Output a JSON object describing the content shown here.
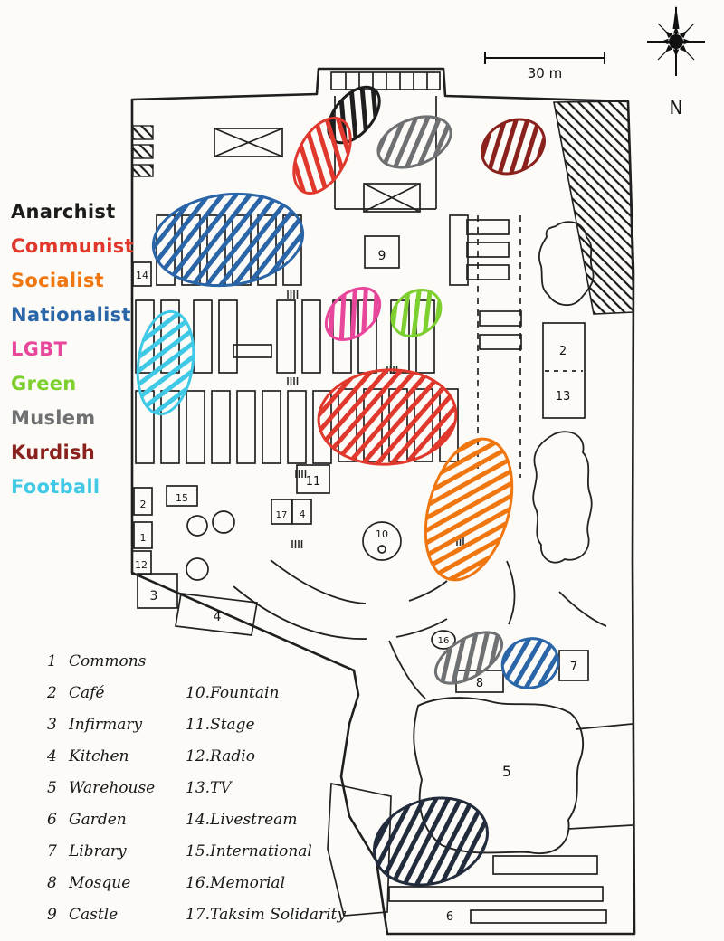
{
  "compass": {
    "label": "N"
  },
  "scale_bar": {
    "label": "30 m"
  },
  "legend": {
    "groups": [
      {
        "name": "Anarchist",
        "color": "#1c1c1c"
      },
      {
        "name": "Communist",
        "color": "#e0382c"
      },
      {
        "name": "Socialist",
        "color": "#f0760f"
      },
      {
        "name": "Nationalist",
        "color": "#2a65a8"
      },
      {
        "name": "LGBT",
        "color": "#e8469b"
      },
      {
        "name": "Green",
        "color": "#7ed02f"
      },
      {
        "name": "Muslem",
        "color": "#6e7072"
      },
      {
        "name": "Kurdish",
        "color": "#8a211c"
      },
      {
        "name": "Football",
        "color": "#3fc9e6"
      }
    ]
  },
  "places": {
    "column1": [
      {
        "num": "1",
        "label": "Commons"
      },
      {
        "num": "2",
        "label": "Café"
      },
      {
        "num": "3",
        "label": "Infirmary"
      },
      {
        "num": "4",
        "label": "Kitchen"
      },
      {
        "num": "5",
        "label": "Warehouse"
      },
      {
        "num": "6",
        "label": "Garden"
      },
      {
        "num": "7",
        "label": "Library"
      },
      {
        "num": "8",
        "label": "Mosque"
      },
      {
        "num": "9",
        "label": "Castle"
      }
    ],
    "column2": [
      {
        "num": "10.",
        "label": "Fountain"
      },
      {
        "num": "11.",
        "label": "Stage"
      },
      {
        "num": "12.",
        "label": "Radio"
      },
      {
        "num": "13.",
        "label": "TV"
      },
      {
        "num": "14.",
        "label": "Livestream"
      },
      {
        "num": "15.",
        "label": "International"
      },
      {
        "num": "16.",
        "label": "Memorial"
      },
      {
        "num": "17.",
        "label": "Taksim Solidarity"
      }
    ]
  },
  "map_markers": {
    "castle": "9",
    "livestream": "14",
    "cafe_right": "2",
    "tv": "13",
    "stage": "11",
    "international": "15",
    "taksim_solidarity": "17",
    "kitchen_annex": "4",
    "cafe_left": "2",
    "commons": "1",
    "radio": "12",
    "infirmary": "3",
    "kitchen": "4",
    "fountain": "10",
    "memorial": "16",
    "mosque": "8",
    "library": "7",
    "warehouse": "5",
    "garden": "6"
  }
}
